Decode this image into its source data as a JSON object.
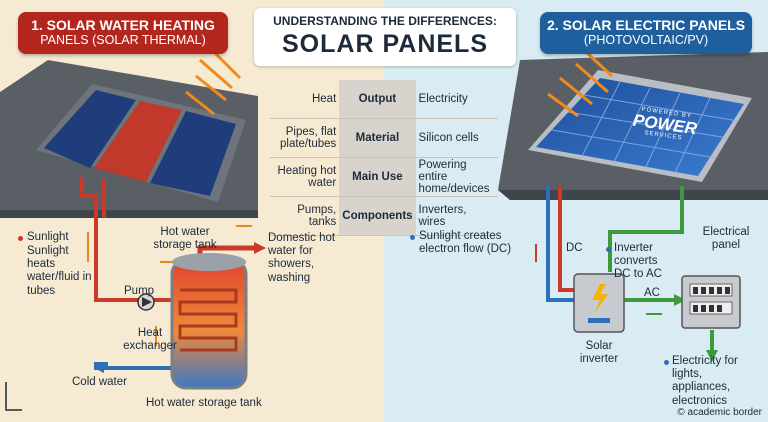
{
  "left_title": {
    "line1": "1. SOLAR WATER HEATING",
    "line2": "PANELS (SOLAR THERMAL)"
  },
  "center_title": {
    "subtitle": "UNDERSTANDING THE DIFFERENCES:",
    "title": "SOLAR PANELS"
  },
  "right_title": {
    "line1": "2. SOLAR ELECTRIC PANELS",
    "line2": "(PHOTOVOLTAIC/PV)"
  },
  "comparison": [
    {
      "thermal": "Heat",
      "category": "Output",
      "pv": "Electricity"
    },
    {
      "thermal": "Pipes, flat plate/tubes",
      "category": "Material",
      "pv": "Silicon cells"
    },
    {
      "thermal": "Heating hot water",
      "category": "Main Use",
      "pv": "Powering entire home/devices"
    },
    {
      "thermal": "Pumps, tanks",
      "category": "Components",
      "pv": "Inverters, wires"
    }
  ],
  "thermal_labels": {
    "sunlight": "Sunlight",
    "sunlight_desc": "Sunlight heats water/fluid in tubes",
    "tank_top": "Hot water storage tank",
    "domestic": "Domestic hot water for showers, washing",
    "pump": "Pump",
    "exchanger": "Heat exchanger",
    "cold": "Cold water",
    "tank_bottom": "Hot water storage tank"
  },
  "pv_labels": {
    "sunlight": "Sunlight creates electron flow (DC)",
    "dc": "DC",
    "inverter_converts": "Inverter converts DC to AC",
    "ac": "AC",
    "panel": "Electrical panel",
    "inverter": "Solar inverter",
    "electricity": "Electricity for lights, appliances, electronics",
    "logo_top": "POWERED BY",
    "logo_main": "POWER",
    "logo_sub": "SERVICES"
  },
  "footer": "© academic border",
  "colors": {
    "thermal_bg": "#f6ead2",
    "pv_bg": "#d9ecf3",
    "hot": "#c93a2a",
    "cold": "#2f6fb8",
    "green": "#3f9a3f"
  }
}
